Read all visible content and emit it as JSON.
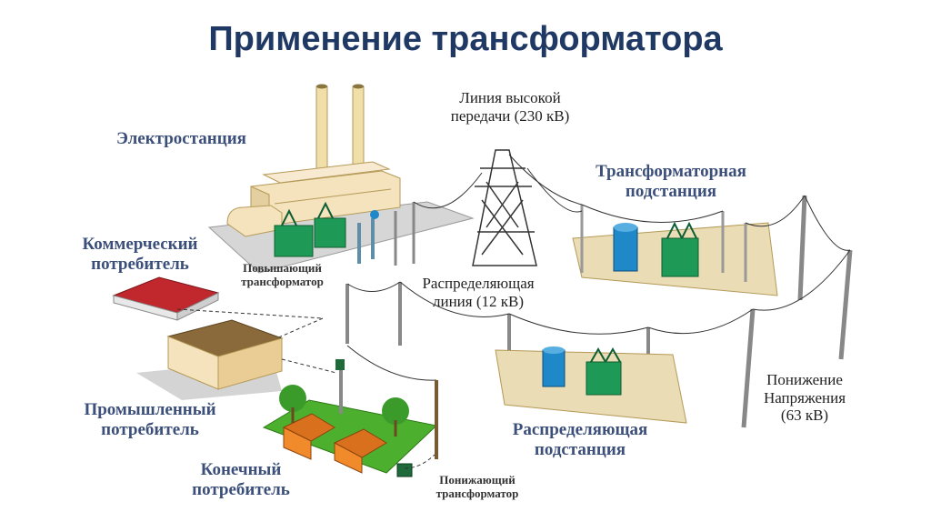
{
  "title": "Применение трансформатора",
  "labels": {
    "power_station": "Электростанция",
    "hv_line_1": "Линия высокой",
    "hv_line_2": "передачи (230 кВ)",
    "transformer_substation_1": "Трансформаторная",
    "transformer_substation_2": "подстанция",
    "commercial_1": "Коммерческий",
    "commercial_2": "потребитель",
    "stepup_1": "Повышающий",
    "stepup_2": "трансформатор",
    "distribution_line_1": "Распределяющая",
    "distribution_line_2": "линия (12 кВ)",
    "industrial_1": "Промышленный",
    "industrial_2": "потребитель",
    "voltage_reduction_1": "Понижение",
    "voltage_reduction_2": "Напряжения",
    "voltage_reduction_3": "(63 кВ)",
    "distribution_substation_1": "Распределяющая",
    "distribution_substation_2": "подстанция",
    "end_consumer_1": "Конечный",
    "end_consumer_2": "потребитель",
    "stepdown_1": "Понижающий",
    "stepdown_2": "трансформатор"
  },
  "colors": {
    "title": "#1f3864",
    "label_blue": "#3b4f7a",
    "transformer_green": "#1e9a56",
    "transformer_blue": "#1f88c9",
    "roof_red": "#c0282d",
    "house_orange": "#f08a2a",
    "grass": "#4caf2e",
    "pad": "#eadcb4"
  }
}
